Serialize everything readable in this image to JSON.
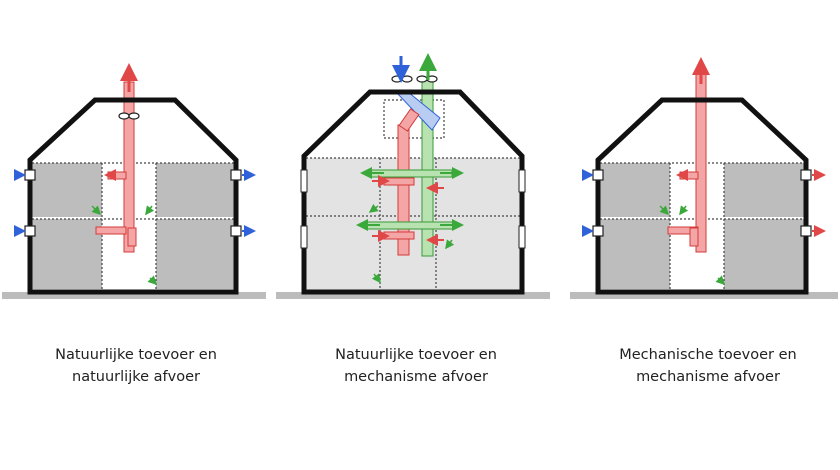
{
  "colors": {
    "exhaust": "#f4a6a6",
    "exhaust_edge": "#d33a3a",
    "supply": "#b8e3b0",
    "supply_edge": "#3a9a3a",
    "inlet_blue": "#2f62d8",
    "wall": "#111111",
    "room_dark": "#bdbdbd",
    "room_light": "#e3e3e3",
    "ground": "#bcbcbc"
  },
  "icons": [
    "arrow-icon",
    "fan-icon",
    "heat-exchanger-icon",
    "vent-grille-icon",
    "door-flow-icon"
  ],
  "captions": [
    {
      "line1": "Natuurlijke toevoer en",
      "line2": "natuurlijke afvoer"
    },
    {
      "line1": "Natuurlijke toevoer en",
      "line2": "mechanisme afvoer"
    },
    {
      "line1": "Mechanische toevoer en",
      "line2": "mechanisme afvoer"
    }
  ]
}
